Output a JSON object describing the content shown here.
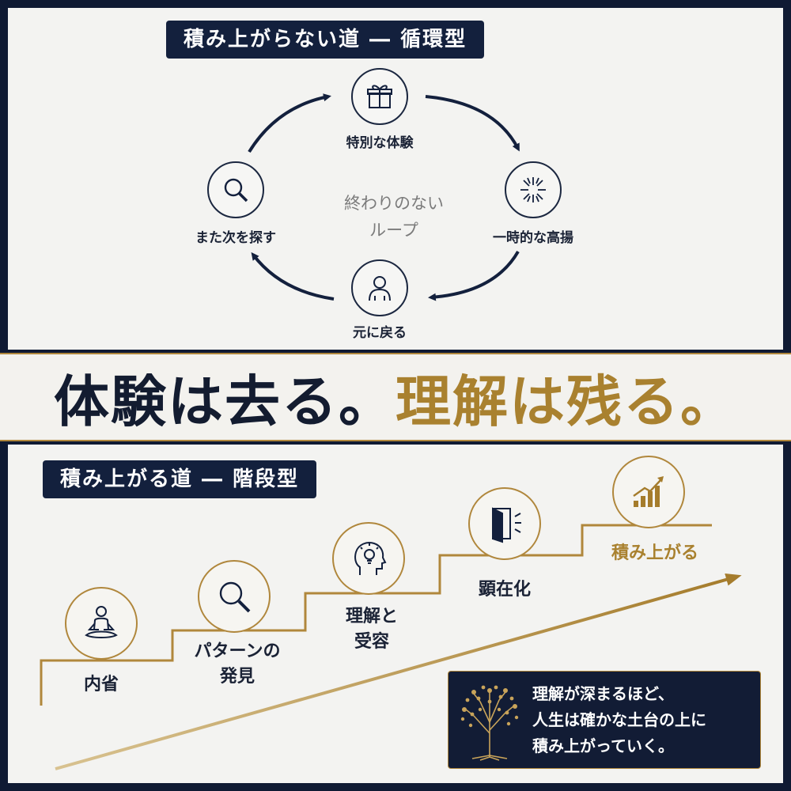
{
  "loop_section": {
    "title": "積み上がらない道 ― 循環型",
    "center_text_1": "終わりのない",
    "center_text_2": "ループ",
    "nodes": [
      {
        "label": "特別な体験",
        "icon": "gift-icon"
      },
      {
        "label": "一時的な高揚",
        "icon": "sparkle-icon"
      },
      {
        "label": "元に戻る",
        "icon": "person-icon"
      },
      {
        "label": "また次を探す",
        "icon": "search-icon"
      }
    ]
  },
  "headline": {
    "part1": "体験は去る。",
    "part2": "理解は残る。"
  },
  "steps_section": {
    "title": "積み上がる道 ― 階段型",
    "steps": [
      {
        "label_1": "内省",
        "label_2": "",
        "icon": "meditation-icon"
      },
      {
        "label_1": "パターンの",
        "label_2": "発見",
        "icon": "search-icon"
      },
      {
        "label_1": "理解と",
        "label_2": "受容",
        "icon": "head-lightbulb-icon"
      },
      {
        "label_1": "顕在化",
        "label_2": "",
        "icon": "door-icon"
      },
      {
        "label_1": "積み上がる",
        "label_2": "",
        "icon": "growth-chart-icon"
      }
    ],
    "callout": {
      "line_1": "理解が深まるほど、",
      "line_2": "人生は確かな土台の上に",
      "line_3": "積み上がっていく。",
      "icon": "tree-icon"
    }
  },
  "colors": {
    "navy": "#13203d",
    "gold": "#b0873c",
    "panel": "#f3f3f1"
  }
}
